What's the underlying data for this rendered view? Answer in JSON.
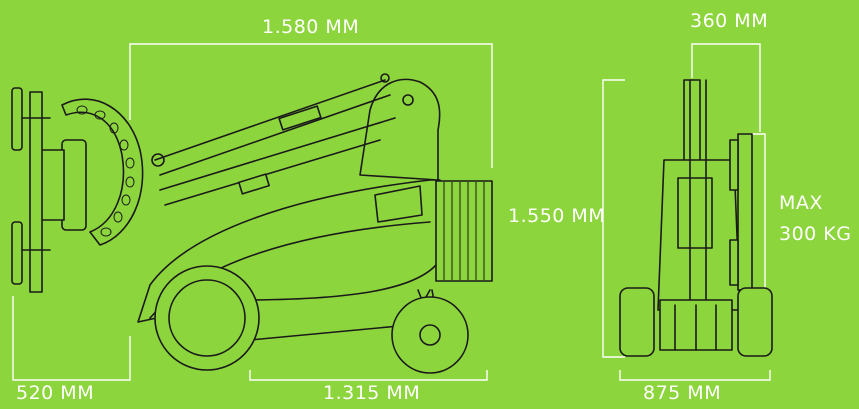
{
  "dimensions": {
    "overall_length": "1.580 MM",
    "overall_height": "1.550 MM",
    "front_overhang": "520 MM",
    "wheelbase": "1.315 MM",
    "head_width": "360 MM",
    "track_width": "875 MM",
    "capacity_line1": "MAX",
    "capacity_line2": "300 KG"
  },
  "colors": {
    "background": "#8dd53c",
    "lines": "#ffffff",
    "machine": "#1a1a1a"
  }
}
